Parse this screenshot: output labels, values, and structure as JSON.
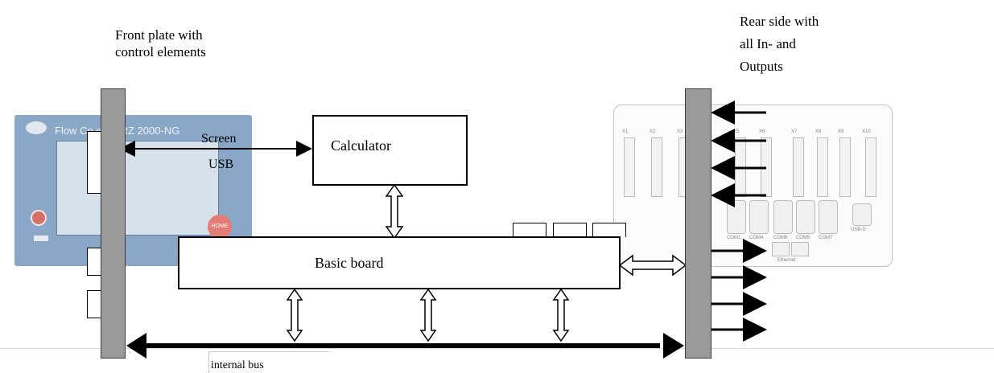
{
  "labels": {
    "front_plate": "Front plate with\ncontrol elements",
    "rear_side": "Rear side with\nall In- and\nOutputs",
    "screen": "Screen",
    "usb": "USB",
    "calculator": "Calculator",
    "basic_board": "Basic board",
    "internal_bus": "internal bus"
  },
  "device_front": {
    "title": "Flow Co      em ERZ 2000-NG",
    "home_button": "HOME"
  },
  "rear_panel": {
    "terminals": [
      "X1",
      "X2",
      "X3",
      "X5",
      "X6",
      "X7",
      "X8",
      "X9",
      "X10"
    ],
    "ports": [
      "COM1",
      "COM4",
      "COM6",
      "COM5",
      "COM7"
    ],
    "ethernet": "Ethernet",
    "usb": "USB-D"
  }
}
